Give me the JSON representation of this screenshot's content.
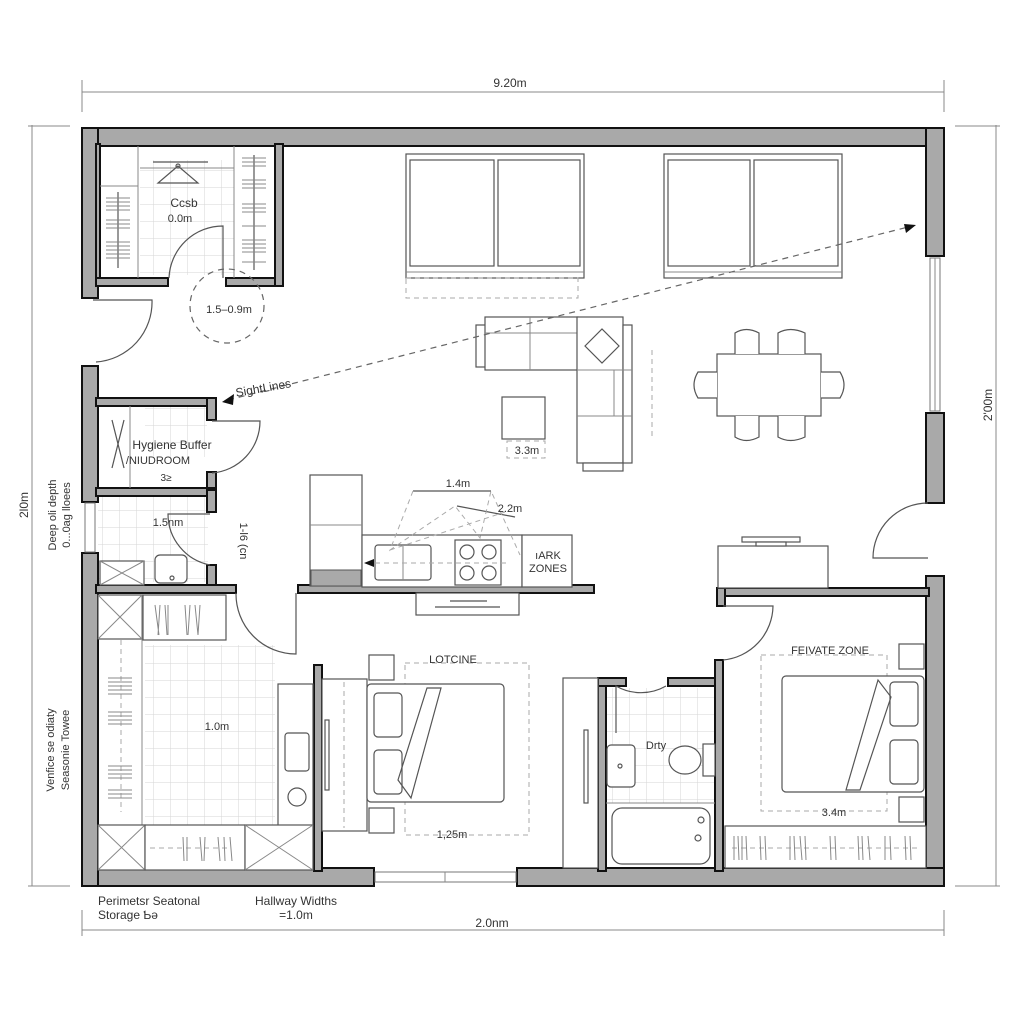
{
  "dimensions": {
    "top_width": "9.20m",
    "bottom_width": "2.0nm",
    "left_height": "2l0m",
    "right_height": "2'00m"
  },
  "rooms": {
    "closet": {
      "name": "Ccsb",
      "size": "0.0m",
      "turning_circle": "1.5–0.9m"
    },
    "mudroom": {
      "name_line1": "Hygiene Buffer",
      "name_line2": "/NIUDROOM",
      "size": "3≥"
    },
    "powder_room": {
      "size": "1.5nm"
    },
    "hall_vertical": {
      "size": "1-l⁨6 (cn"
    },
    "living": {
      "table_size": "3.3m"
    },
    "kitchen": {
      "triangle_top": "1.4m",
      "triangle_side": "2.2m",
      "zone_label_line1": "ıARK",
      "zone_label_line2": "ZONES"
    },
    "storage_room": {
      "size": "1.0m"
    },
    "bedroom_1": {
      "zone_label": "LOTCINE",
      "size": "1,25m"
    },
    "bath": {
      "name": "Drty"
    },
    "bedroom_2": {
      "zone_label": "FEIVATE ZONE",
      "size": "3.4m"
    }
  },
  "annotations": {
    "sightlines": "SightLines",
    "left_note_1_line1": "Deep oli depth",
    "left_note_1_line2": "0...0ag lloees",
    "left_note_2_line1": "Venfice se odiaty",
    "left_note_2_line2": "Seasonie Towee",
    "bottom_note_1_line1": "Perimetsr Seatonal",
    "bottom_note_1_line2": "Storage Ƅə",
    "bottom_note_2_line1": "Hallway Widths",
    "bottom_note_2_line2": "=1.0m"
  },
  "colors": {
    "wall_fill": "#a9a9a9",
    "wall_outline": "#111111",
    "line": "#555555",
    "tile": "#d6d6d6"
  }
}
